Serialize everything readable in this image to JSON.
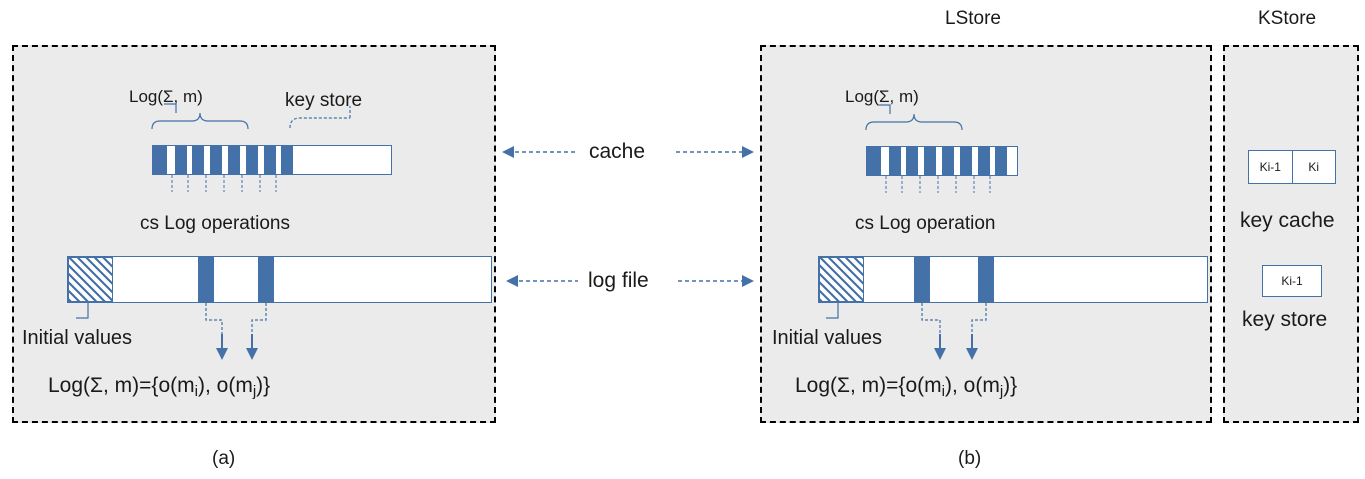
{
  "titles": {
    "lstore": "LStore",
    "kstore": "KStore"
  },
  "captions": {
    "a": "(a)",
    "b": "(b)"
  },
  "connectors": {
    "cache": "cache",
    "log_file": "log file"
  },
  "panel_a": {
    "log_label": "Log(Σ, m)",
    "key_store_label": "key store",
    "cs_label": "cs Log operations",
    "initial_values": "Initial values",
    "formula_prefix": "Log(Σ, m)={o(m",
    "formula_sub1": "i",
    "formula_mid": "), o(m",
    "formula_sub2": "j",
    "formula_suffix": ")}"
  },
  "panel_b": {
    "log_label": "Log(Σ, m)",
    "cs_label": "cs Log operation",
    "initial_values": "Initial values",
    "formula_prefix": "Log(Σ, m)={o(m",
    "formula_sub1": "i",
    "formula_mid": "), o(m",
    "formula_sub2": "j",
    "formula_suffix": ")}"
  },
  "kstore": {
    "key_cache_label": "key cache",
    "key_store_label": "key store",
    "cache_cell_left": "Ki-1",
    "cache_cell_right": "Ki",
    "store_cell": "Ki-1"
  },
  "colors": {
    "accent": "#4472a8",
    "panel_bg": "#ebebeb",
    "border": "#000000"
  }
}
